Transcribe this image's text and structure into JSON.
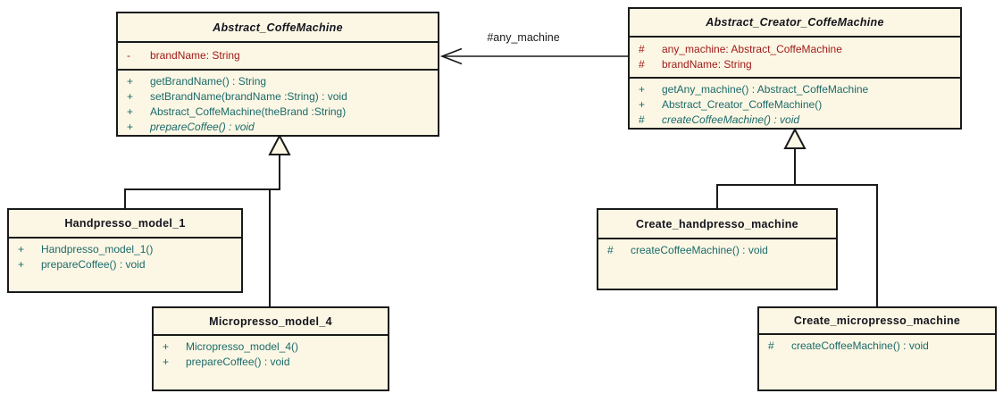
{
  "colors": {
    "box_fill": "#FCF7E4",
    "line": "#1A1A1A",
    "title_text": "#14141E",
    "attribute_text": "#A01A1A",
    "method_text": "#1B6A6A"
  },
  "classes": {
    "abstract_machine": {
      "title": "Abstract_CoffeMachine",
      "attributes": [
        {
          "vis": "-",
          "text": "brandName: String"
        }
      ],
      "methods": [
        {
          "vis": "+",
          "text": "getBrandName() : String"
        },
        {
          "vis": "+",
          "text": "setBrandName(brandName :String) : void"
        },
        {
          "vis": "+",
          "text": "Abstract_CoffeMachine(theBrand :String)"
        },
        {
          "vis": "+",
          "text": "prepareCoffee() : void",
          "italic": true
        }
      ]
    },
    "abstract_creator": {
      "title": "Abstract_Creator_CoffeMachine",
      "attributes": [
        {
          "vis": "#",
          "text": "any_machine: Abstract_CoffeMachine"
        },
        {
          "vis": "#",
          "text": "brandName: String"
        }
      ],
      "methods": [
        {
          "vis": "+",
          "text": "getAny_machine() : Abstract_CoffeMachine"
        },
        {
          "vis": "+",
          "text": "Abstract_Creator_CoffeMachine()"
        },
        {
          "vis": "#",
          "text": "createCoffeeMachine() : void",
          "italic": true
        }
      ]
    },
    "handpresso": {
      "title": "Handpresso_model_1",
      "methods": [
        {
          "vis": "+",
          "text": "Handpresso_model_1()"
        },
        {
          "vis": "+",
          "text": "prepareCoffee() : void"
        }
      ]
    },
    "micropresso": {
      "title": "Micropresso_model_4",
      "methods": [
        {
          "vis": "+",
          "text": "Micropresso_model_4()"
        },
        {
          "vis": "+",
          "text": "prepareCoffee() : void"
        }
      ]
    },
    "create_handpresso": {
      "title": "Create_handpresso_machine",
      "methods": [
        {
          "vis": "#",
          "text": "createCoffeeMachine() : void"
        }
      ]
    },
    "create_micropresso": {
      "title": "Create_micropresso_machine",
      "methods": [
        {
          "vis": "#",
          "text": "createCoffeeMachine() : void"
        }
      ]
    }
  },
  "relationships": {
    "association_label": "#any_machine"
  }
}
